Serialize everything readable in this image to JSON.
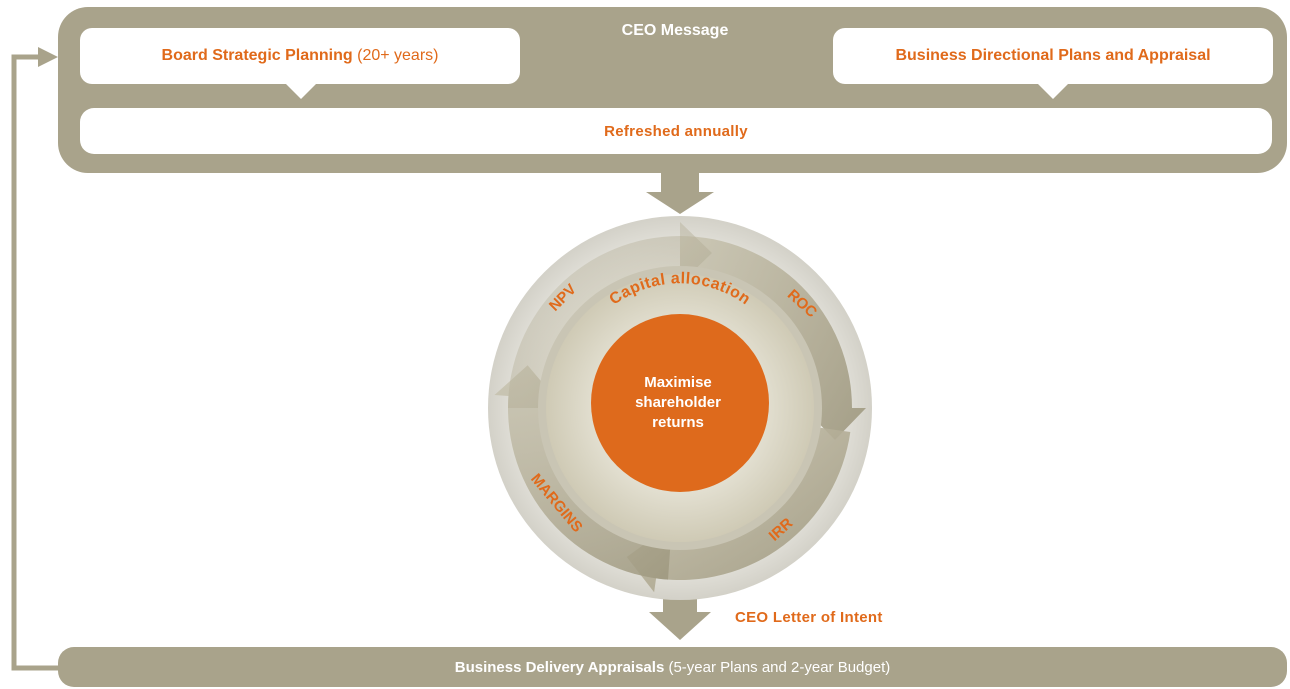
{
  "top": {
    "ceo_message": "CEO Message",
    "board_box": {
      "bold": "Board Strategic Planning",
      "plain": "(20+ years)"
    },
    "business_box": {
      "bold": "Business Directional Plans and Appraisal"
    },
    "refreshed": "Refreshed annually"
  },
  "cycle": {
    "center": [
      "Maximise",
      "shareholder",
      "returns"
    ],
    "inner_label": "Capital allocation",
    "segments": [
      "NPV",
      "ROC",
      "IRR",
      "MARGINS"
    ]
  },
  "bottom": {
    "letter_of_intent": "CEO Letter of Intent",
    "bar": {
      "bold": "Business Delivery Appraisals",
      "plain": "(5-year Plans and 2-year Budget)"
    }
  },
  "colors": {
    "panel": "#a9a38b",
    "accent": "#e06a1b",
    "arrow_fill": "#b9b49f",
    "inner_ring": "#ddd9c9"
  }
}
